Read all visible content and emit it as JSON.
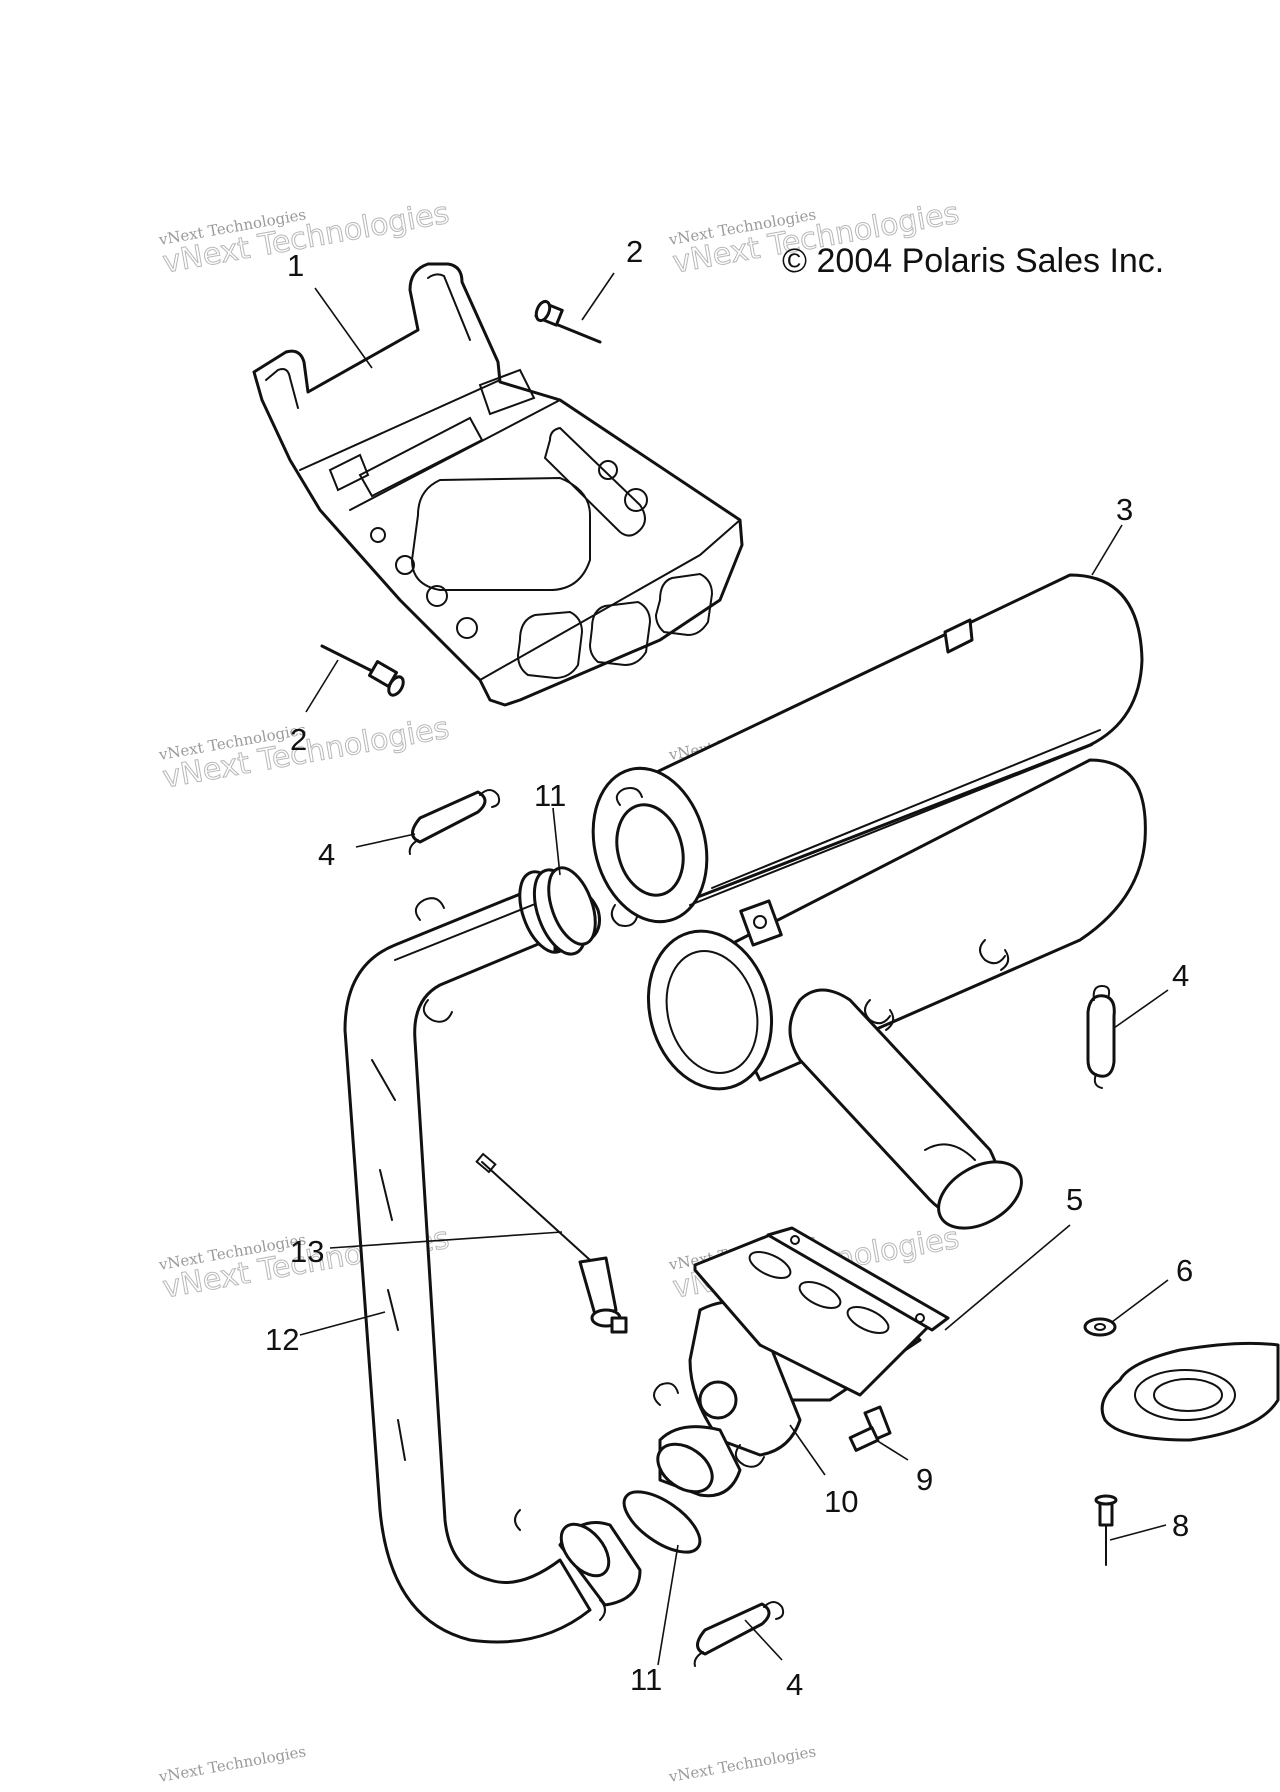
{
  "copyright": "© 2004 Polaris Sales Inc.",
  "watermark": {
    "line1": "vNext Technologies",
    "line2": "vNext Technologies"
  },
  "callouts": [
    {
      "id": "c1",
      "label": "1"
    },
    {
      "id": "c2a",
      "label": "2"
    },
    {
      "id": "c2b",
      "label": "2"
    },
    {
      "id": "c3",
      "label": "3"
    },
    {
      "id": "c4a",
      "label": "4"
    },
    {
      "id": "c4b",
      "label": "4"
    },
    {
      "id": "c4c",
      "label": "4"
    },
    {
      "id": "c5",
      "label": "5"
    },
    {
      "id": "c6",
      "label": "6"
    },
    {
      "id": "c8",
      "label": "8"
    },
    {
      "id": "c9",
      "label": "9"
    },
    {
      "id": "c10",
      "label": "10"
    },
    {
      "id": "c11a",
      "label": "11"
    },
    {
      "id": "c11b",
      "label": "11"
    },
    {
      "id": "c12",
      "label": "12"
    },
    {
      "id": "c13",
      "label": "13"
    }
  ]
}
